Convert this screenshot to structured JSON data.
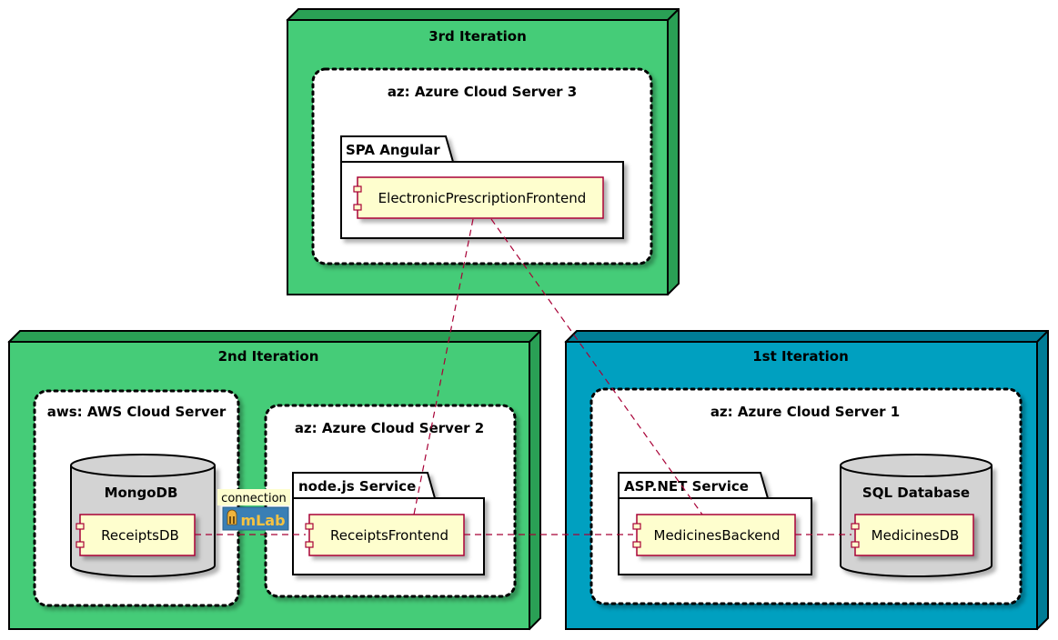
{
  "colors": {
    "iteration_green": "#45cc78",
    "iteration_blue": "#00a0c0",
    "component_fill": "#fefece",
    "component_border": "#a80036",
    "database_fill": "#d3d3d3",
    "link_color": "#a80036"
  },
  "nodes": {
    "third": {
      "title": "3rd Iteration"
    },
    "second": {
      "title": "2nd Iteration"
    },
    "first": {
      "title": "1st Iteration"
    }
  },
  "clouds": {
    "az3": {
      "title": "az: Azure Cloud Server 3"
    },
    "aws": {
      "title": "aws: AWS Cloud Server"
    },
    "az2": {
      "title": "az: Azure Cloud Server 2"
    },
    "az1": {
      "title": "az: Azure Cloud Server 1"
    }
  },
  "packages": {
    "spa": {
      "title": "SPA Angular"
    },
    "node": {
      "title": "node.js Service"
    },
    "asp": {
      "title": "ASP.NET Service"
    }
  },
  "databases": {
    "mongo": {
      "title": "MongoDB"
    },
    "sql": {
      "title": "SQL Database"
    }
  },
  "components": {
    "frontend": "ElectronicPrescriptionFrontend",
    "receipts_db": "ReceiptsDB",
    "receipts_frontend": "ReceiptsFrontend",
    "medicines_backend": "MedicinesBackend",
    "medicines_db": "MedicinesDB"
  },
  "links": {
    "connection_label": "connection",
    "mlab_logo_text": "mLab"
  }
}
